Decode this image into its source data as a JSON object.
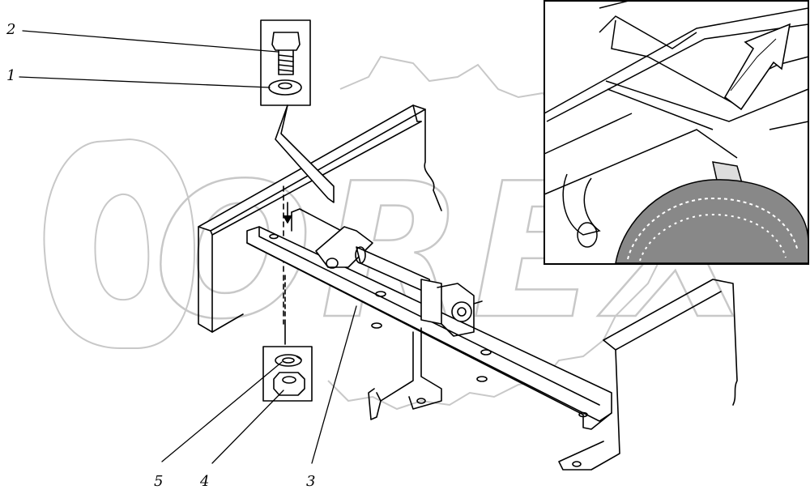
{
  "callouts": [
    {
      "id": "c2",
      "label": "2"
    },
    {
      "id": "c1",
      "label": "1"
    },
    {
      "id": "c5",
      "label": "5"
    },
    {
      "id": "c4",
      "label": "4"
    },
    {
      "id": "c3",
      "label": "3"
    }
  ],
  "watermark": {
    "text": "OREX",
    "color": "#c8c8c8"
  },
  "colors": {
    "ink": "#000000",
    "paper": "#ffffff"
  },
  "icons": [
    "bolt-icon",
    "washer-icon",
    "nut-icon",
    "lock-washer-icon",
    "direction-arrow-icon"
  ]
}
